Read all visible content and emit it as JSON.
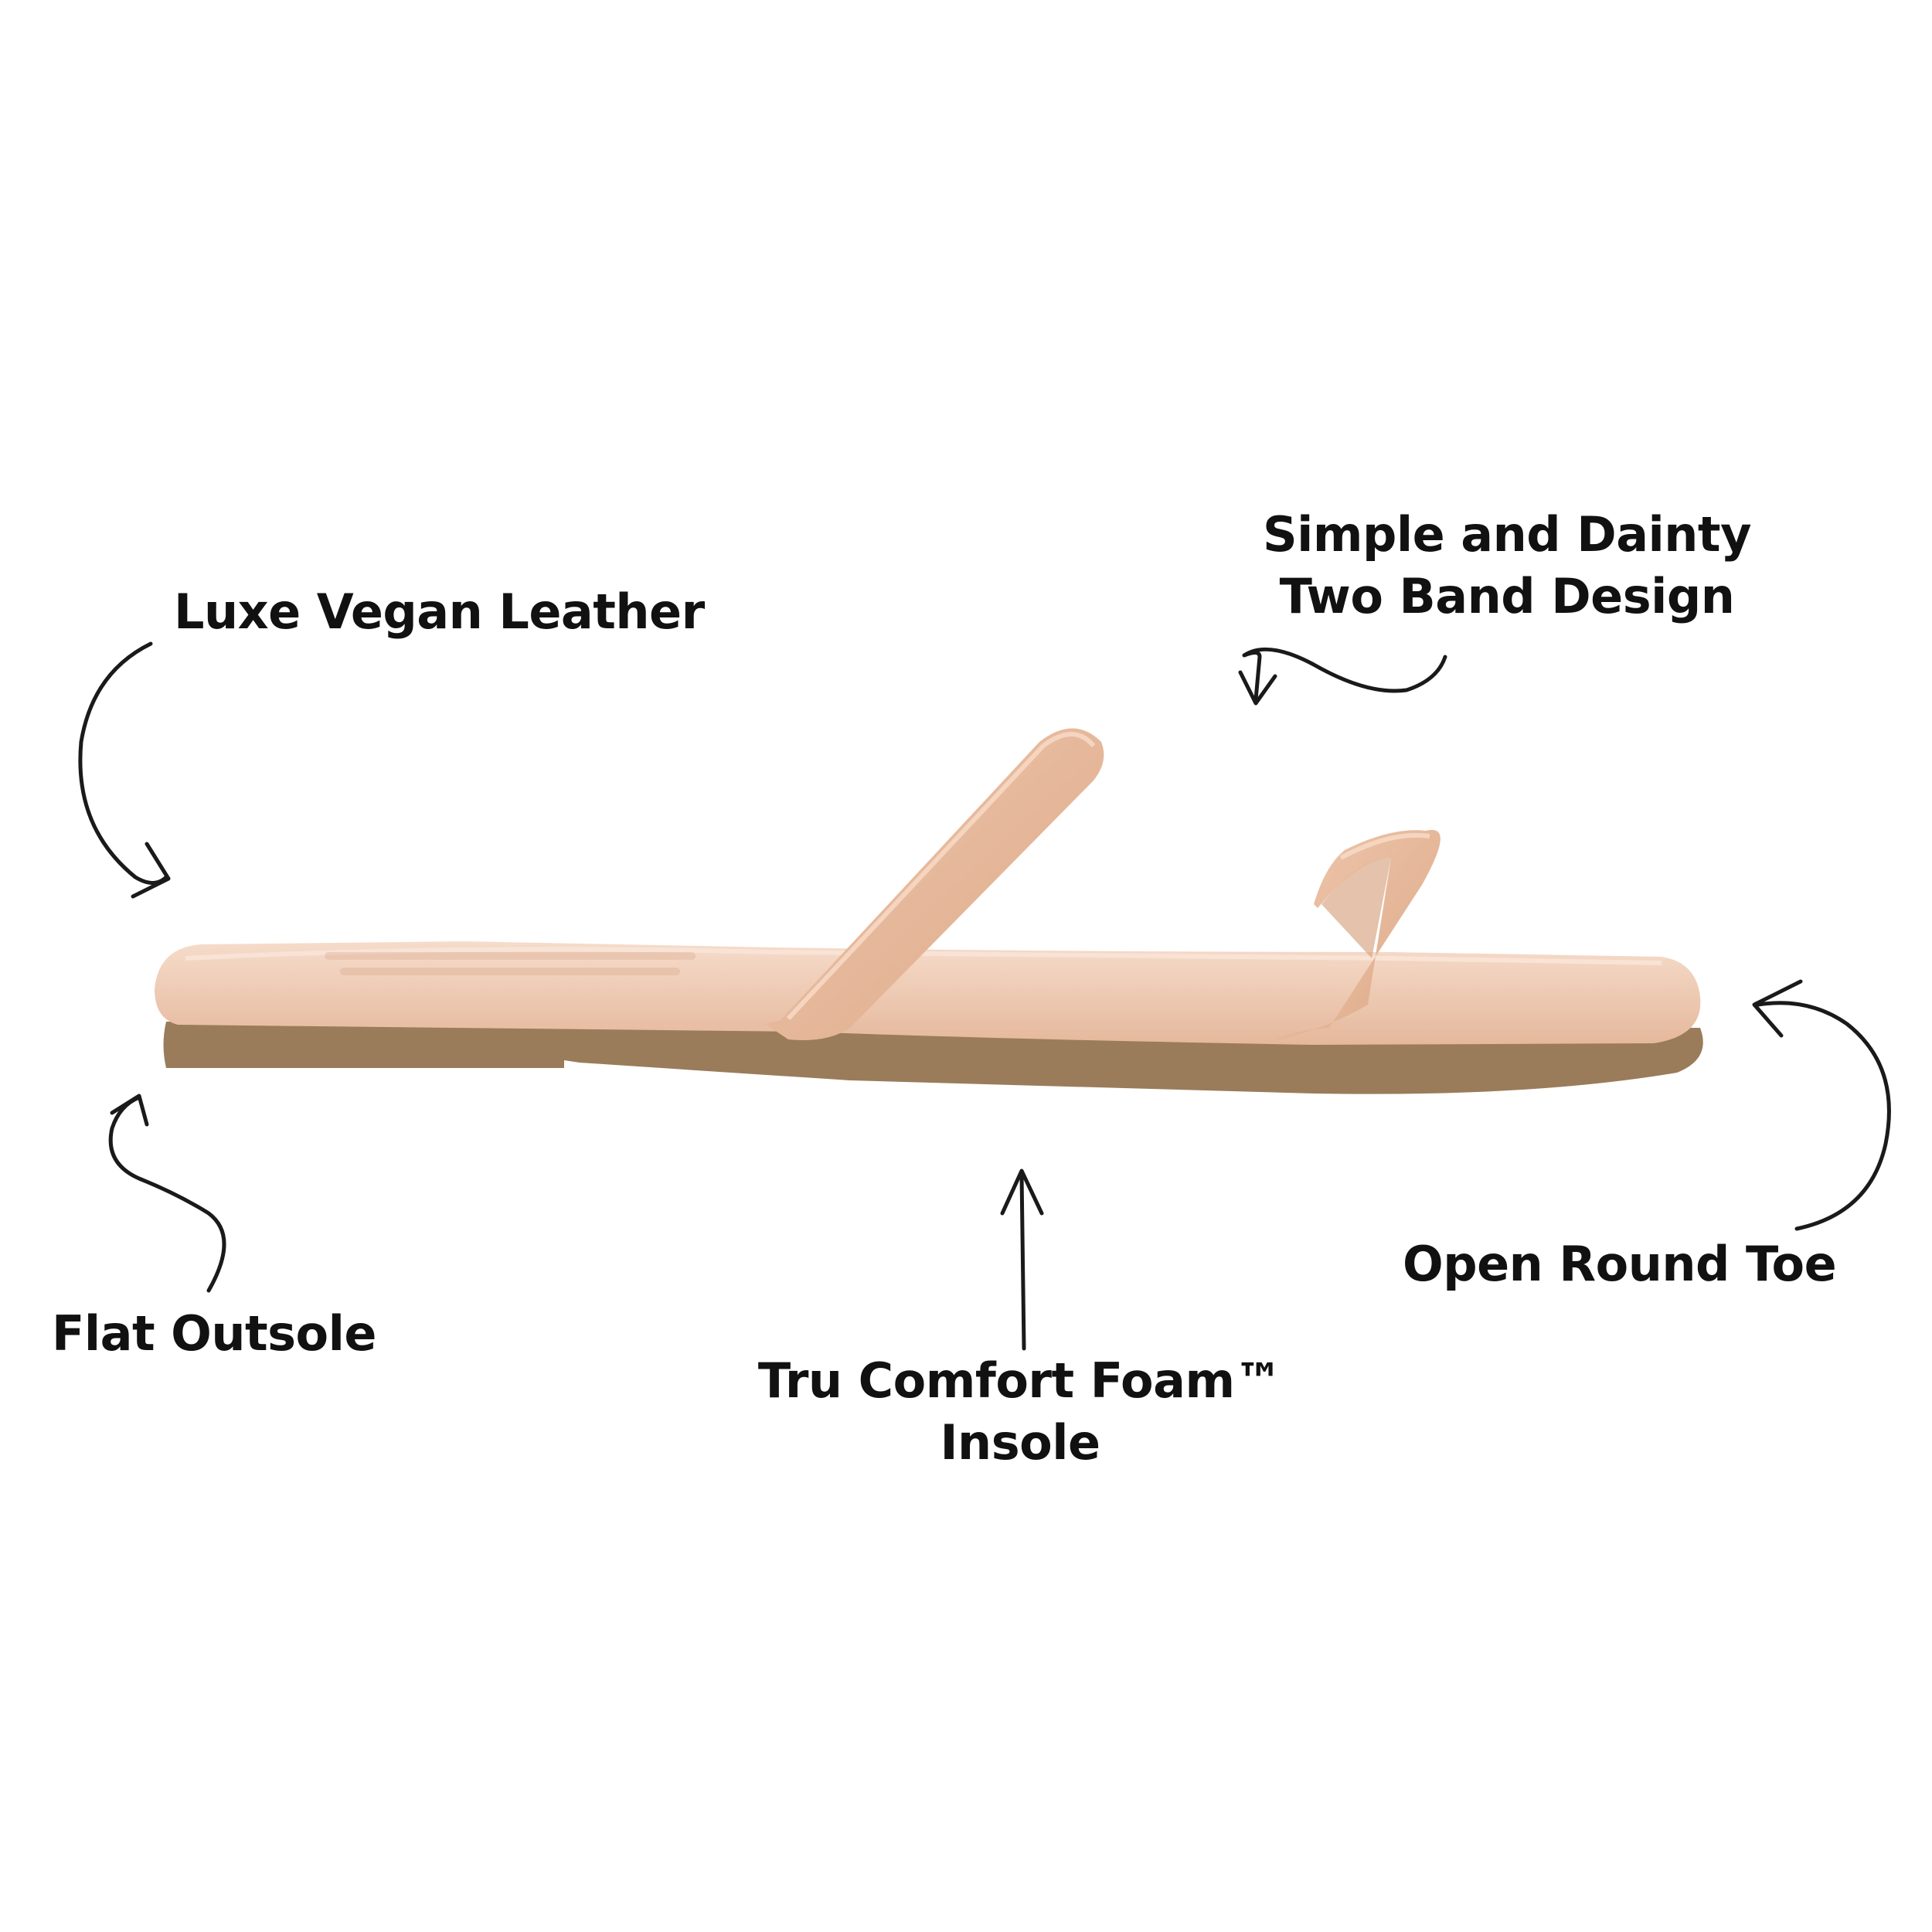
{
  "callouts": {
    "leather": "Luxe Vegan Leather",
    "bands_line1": "Simple and Dainty",
    "bands_line2": "Two Band Design",
    "outsole": "Flat Outsole",
    "insole_line1": "Tru Comfort Foam™",
    "insole_line2": "Insole",
    "toe": "Open Round Toe"
  },
  "colors": {
    "strap": "#e9bca0",
    "footbed": "#f1cdb3",
    "sole": "#9a7c5a",
    "arrow": "#1a1a1a",
    "text": "#111111"
  }
}
